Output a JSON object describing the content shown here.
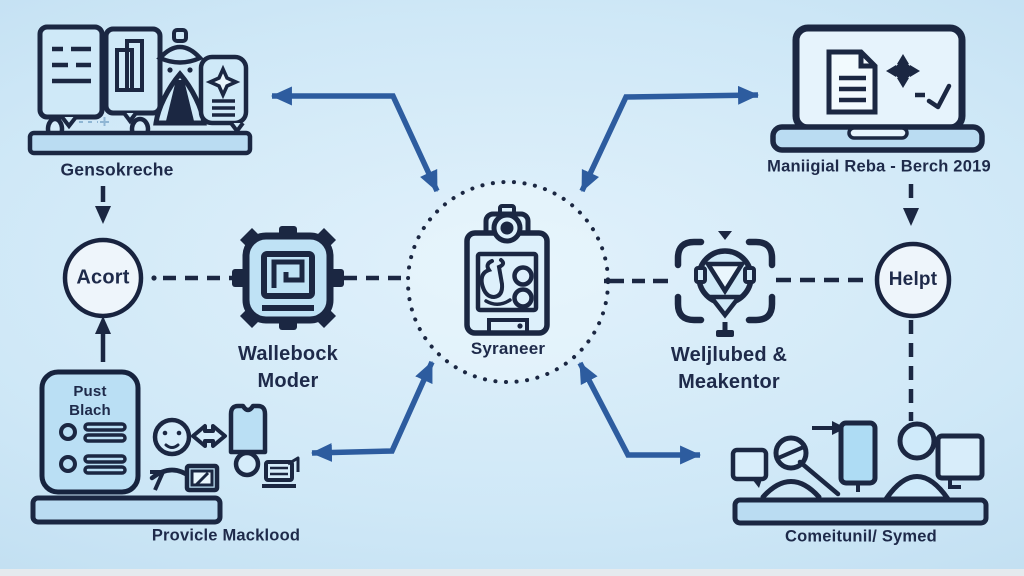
{
  "diagram": {
    "type": "hub-and-spoke illustration",
    "colors": {
      "background_center": "#e1f1fb",
      "background_edge": "#b4d6ec",
      "ink_navy": "#1b2742",
      "text_navy": "#1e2a4a",
      "arrow_blue": "#2d5c9f",
      "icon_fill_light": "#cfe9f8",
      "platform_fill": "#badcf2",
      "circle_fill": "#eef5fb"
    },
    "nodes": {
      "top_left": {
        "label": "Gensokreche",
        "icons": [
          "document-icon",
          "bar-chart-tablet-icon",
          "chess-piece-icon",
          "star-note-bubble-icon",
          "platform-shelf"
        ]
      },
      "top_right": {
        "label": "Maniigial Reba - Berch 2019",
        "icons": [
          "laptop-icon",
          "document-icon",
          "target-icon",
          "trend-line-icon"
        ]
      },
      "center": {
        "label": "Syraneer",
        "icons": [
          "camera-clipboard-icon",
          "dotted-circle"
        ]
      },
      "left_circle": {
        "label": "Acort"
      },
      "gear": {
        "label_line1": "Wallebock",
        "label_line2": "Moder",
        "icons": [
          "gear-chip-icon"
        ]
      },
      "face": {
        "label_line1": "Weljlubed &",
        "label_line2": "Meakentor",
        "icons": [
          "face-scan-icon"
        ]
      },
      "right_circle": {
        "label": "Helpt"
      },
      "bottom_left": {
        "card_title_line1": "Pust",
        "card_title_line2": "Blach",
        "label": "Provicle Macklood",
        "icons": [
          "list-card-icon",
          "person-face-icon",
          "swap-arrow-icon",
          "vest-icon",
          "tv-icon",
          "printer-icon",
          "platform-shelf"
        ]
      },
      "bottom_right": {
        "label": "Comeitunil/ Symed",
        "icons": [
          "speech-bubble-icon",
          "presenter-person-icon",
          "arrow-right-icon",
          "tablet-icon",
          "person-icon",
          "monitor-bubble-icon",
          "platform-shelf"
        ]
      }
    }
  }
}
